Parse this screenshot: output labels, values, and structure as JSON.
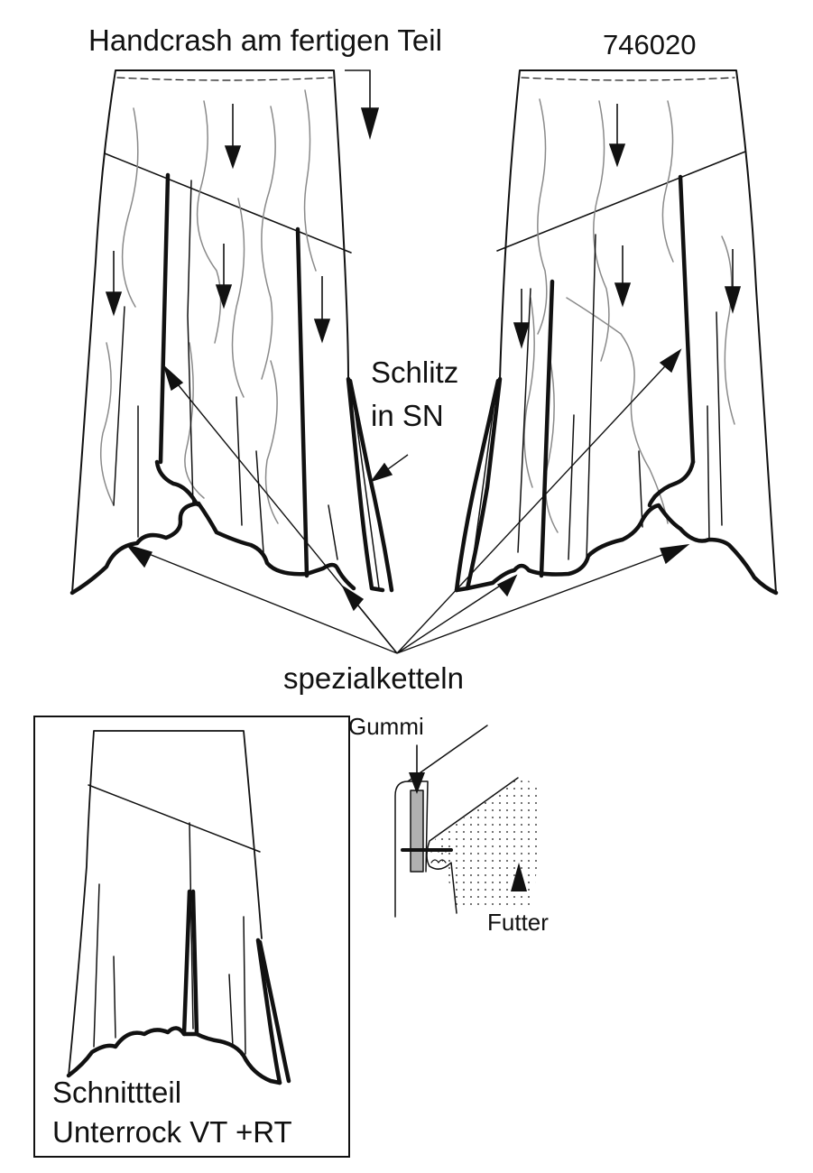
{
  "header": {
    "title": "Handcrash am fertigen Teil",
    "article_number": "746020"
  },
  "annotations": {
    "slit_line1": "Schlitz",
    "slit_line2": "in SN",
    "special_stitch": "spezialketteln"
  },
  "detail": {
    "elastic": "Gummi",
    "lining": "Futter"
  },
  "pattern_box": {
    "line1": "Schnittteil",
    "line2": "Unterrock VT +RT"
  },
  "colors": {
    "ink": "#111111",
    "crash_lines": "#8a8a8a",
    "elastic_fill": "#b0b0b0"
  }
}
